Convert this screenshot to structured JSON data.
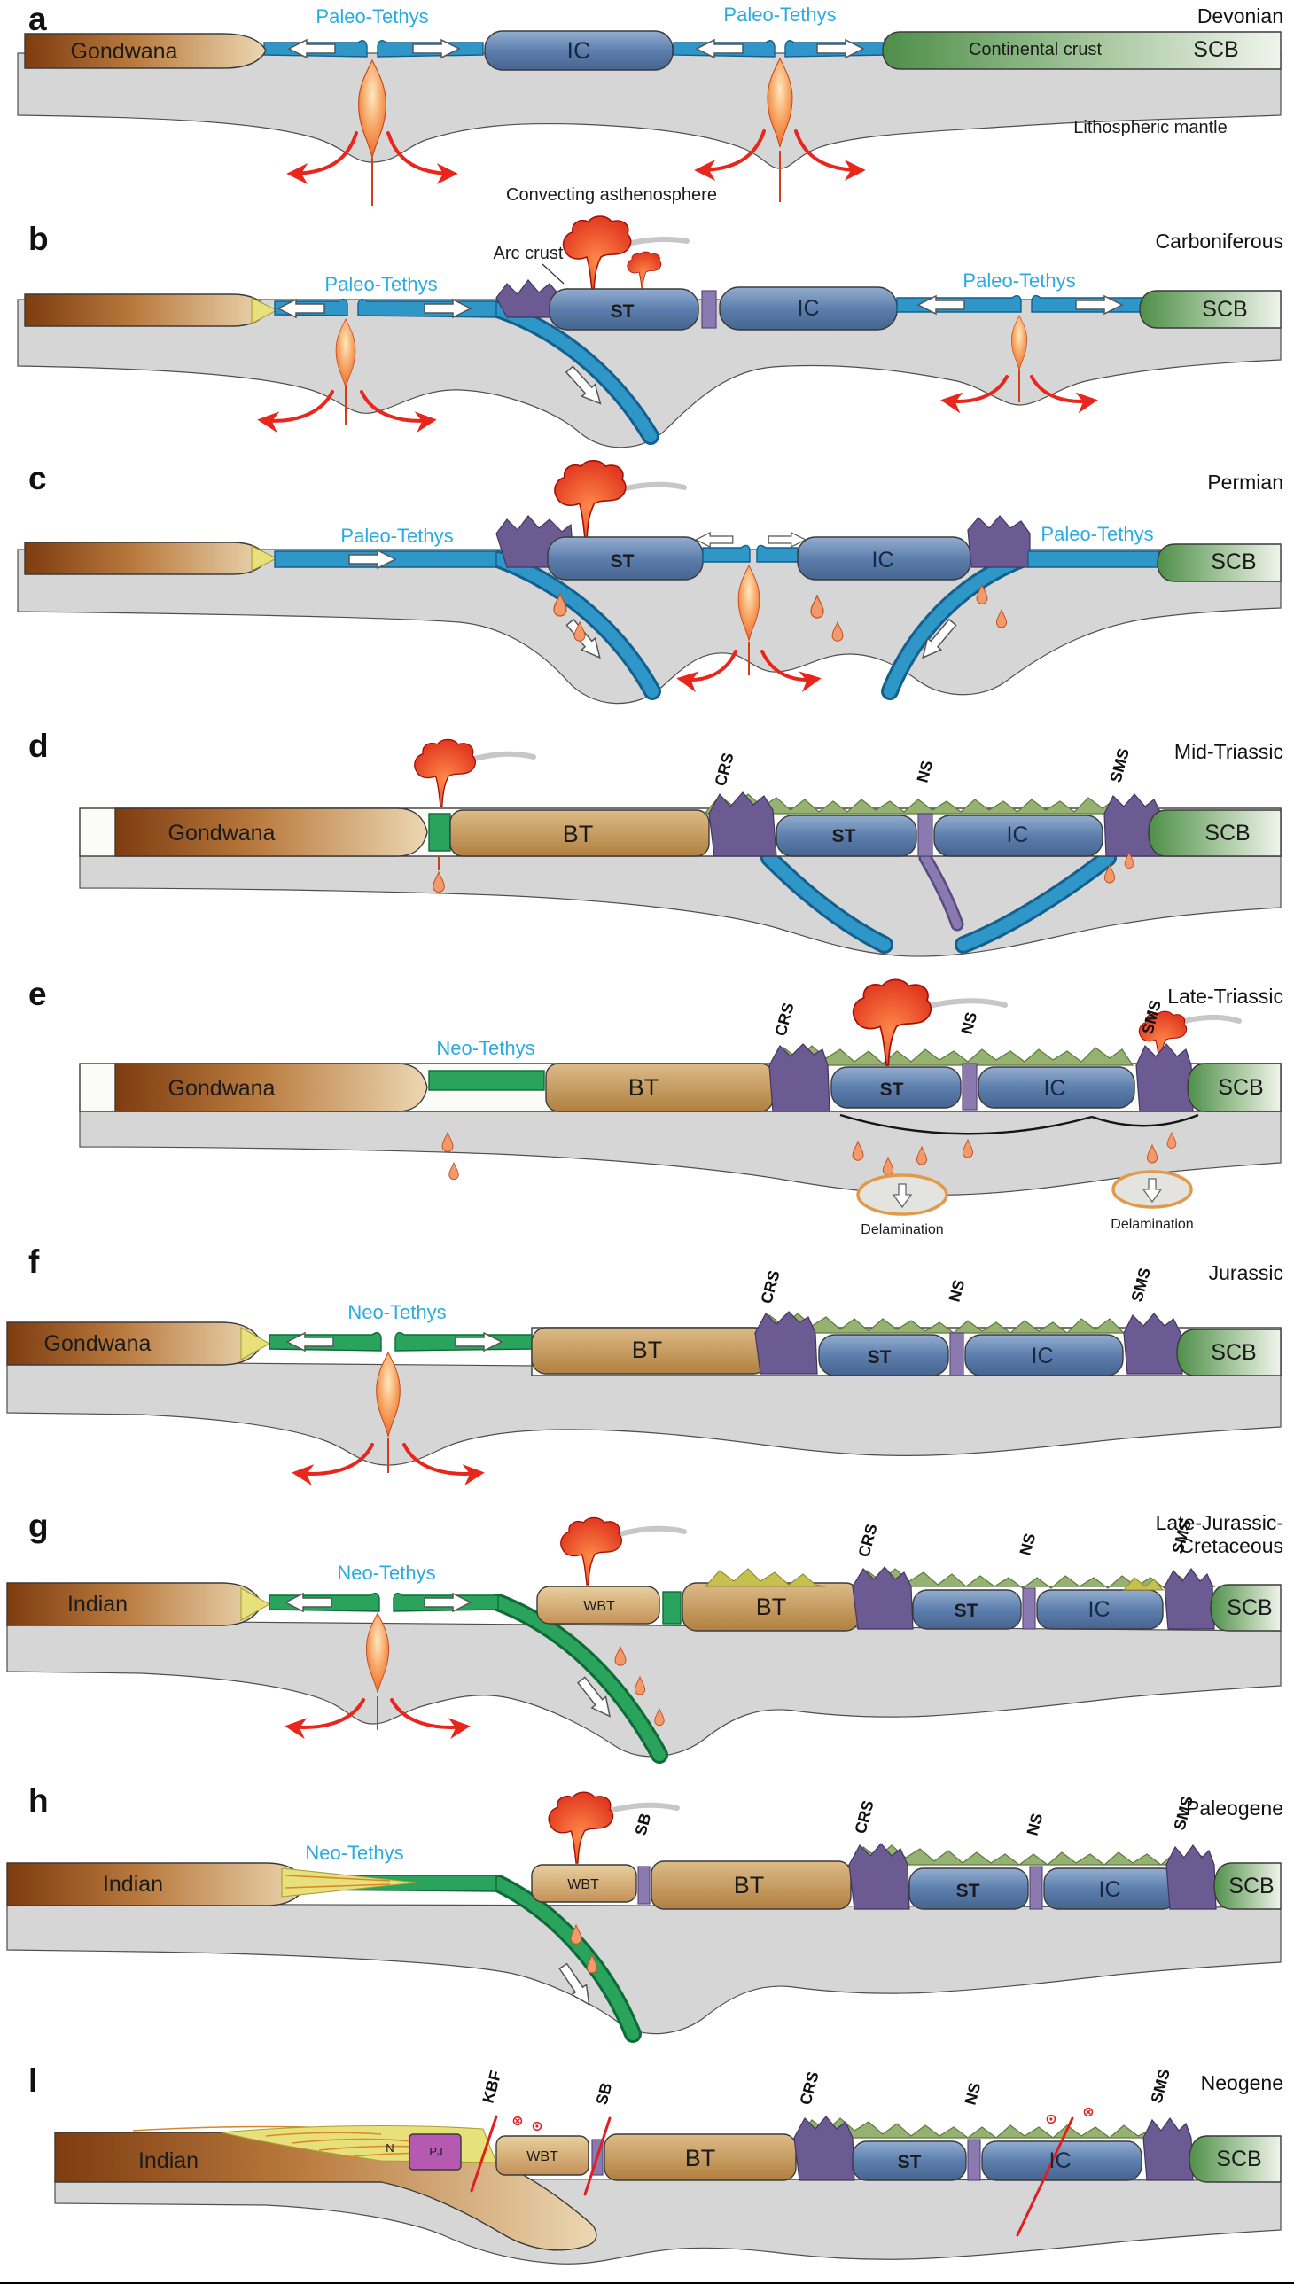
{
  "colors": {
    "paleo_tethys_ocean": "#2f96c8",
    "neo_tethys_ocean": "#2aa35c",
    "mantle_gray": "#d6d6d6",
    "continental_brown": "#9c5a26",
    "block_blue": "#5d7fae",
    "scb_green": "#4e8f49",
    "suture_purple": "#6c5a92",
    "magma_orange": "#f07840",
    "fault_red": "#e02020",
    "ocean_label_blue": "#29abe2"
  },
  "panels": {
    "a": {
      "letter": "a",
      "era": "Devonian",
      "ocean_left": "Paleo-Tethys",
      "ocean_right": "Paleo-Tethys",
      "gondwana": "Gondwana",
      "ic": "IC",
      "continental_crust": "Continental crust",
      "scb": "SCB",
      "lithospheric_mantle": "Lithospheric mantle",
      "asthenosphere": "Convecting asthenosphere"
    },
    "b": {
      "letter": "b",
      "era": "Carboniferous",
      "arc_crust": "Arc crust",
      "ocean_left": "Paleo-Tethys",
      "ocean_right": "Paleo-Tethys",
      "st": "ST",
      "ic": "IC",
      "scb": "SCB"
    },
    "c": {
      "letter": "c",
      "era": "Permian",
      "ocean_left": "Paleo-Tethys",
      "ocean_right": "Paleo-Tethys",
      "st": "ST",
      "ic": "IC",
      "scb": "SCB"
    },
    "d": {
      "letter": "d",
      "era": "Mid-Triassic",
      "gondwana": "Gondwana",
      "bt": "BT",
      "st": "ST",
      "ic": "IC",
      "scb": "SCB",
      "crs": "CRS",
      "ns": "NS",
      "sms": "SMS"
    },
    "e": {
      "letter": "e",
      "era": "Late-Triassic",
      "ocean": "Neo-Tethys",
      "gondwana": "Gondwana",
      "bt": "BT",
      "st": "ST",
      "ic": "IC",
      "scb": "SCB",
      "crs": "CRS",
      "ns": "NS",
      "sms": "SMS",
      "delamination_left": "Delamination",
      "delamination_right": "Delamination"
    },
    "f": {
      "letter": "f",
      "era": "Jurassic",
      "ocean": "Neo-Tethys",
      "gondwana": "Gondwana",
      "bt": "BT",
      "st": "ST",
      "ic": "IC",
      "scb": "SCB",
      "crs": "CRS",
      "ns": "NS",
      "sms": "SMS"
    },
    "g": {
      "letter": "g",
      "era_line1": "Late-Jurassic-",
      "era_line2": "Cretaceous",
      "ocean": "Neo-Tethys",
      "indian": "Indian",
      "wbt": "WBT",
      "bt": "BT",
      "st": "ST",
      "ic": "IC",
      "scb": "SCB",
      "crs": "CRS",
      "ns": "NS",
      "sms": "SMS"
    },
    "h": {
      "letter": "h",
      "era": "Paleogene",
      "ocean": "Neo-Tethys",
      "indian": "Indian",
      "wbt": "WBT",
      "bt": "BT",
      "st": "ST",
      "ic": "IC",
      "scb": "SCB",
      "sb": "SB",
      "crs": "CRS",
      "ns": "NS",
      "sms": "SMS"
    },
    "i": {
      "letter": "l",
      "era": "Neogene",
      "indian": "Indian",
      "n": "N",
      "pj": "PJ",
      "wbt": "WBT",
      "bt": "BT",
      "st": "ST",
      "ic": "IC",
      "scb": "SCB",
      "kbf": "KBF",
      "sb": "SB",
      "crs": "CRS",
      "ns": "NS",
      "sms": "SMS",
      "fault_out": "⊙",
      "fault_in": "⊗"
    }
  }
}
